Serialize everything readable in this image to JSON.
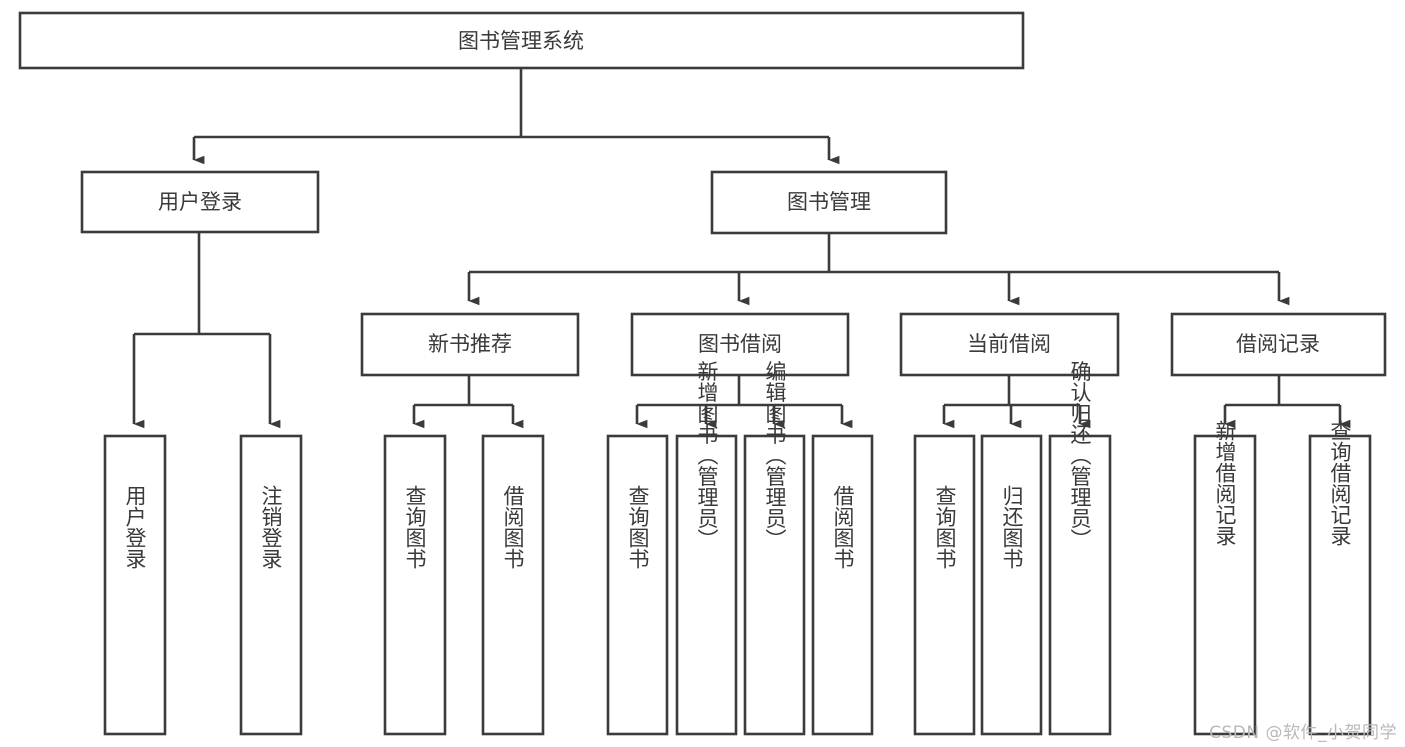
{
  "diagram": {
    "title": "图书管理系统",
    "type": "tree-hierarchy-functional-decomposition",
    "root": {
      "id": "root",
      "label": "图书管理系统"
    },
    "level2": [
      {
        "id": "user-login",
        "label": "用户登录"
      },
      {
        "id": "book-management",
        "label": "图书管理"
      }
    ],
    "level3": [
      {
        "id": "new-book-recommend",
        "label": "新书推荐",
        "parent": "book-management"
      },
      {
        "id": "book-borrow",
        "label": "图书借阅",
        "parent": "book-management"
      },
      {
        "id": "current-borrow",
        "label": "当前借阅",
        "parent": "book-management"
      },
      {
        "id": "borrow-record",
        "label": "借阅记录",
        "parent": "book-management"
      }
    ],
    "leaves": [
      {
        "id": "leaf-user-login",
        "label": "用户登录",
        "parent": "user-login"
      },
      {
        "id": "leaf-logout-login",
        "label": "注销登录",
        "parent": "user-login"
      },
      {
        "id": "leaf-query-book-1",
        "label": "查询图书",
        "parent": "new-book-recommend"
      },
      {
        "id": "leaf-borrow-book-1",
        "label": "借阅图书",
        "parent": "new-book-recommend"
      },
      {
        "id": "leaf-query-book-2",
        "label": "查询图书",
        "parent": "book-borrow"
      },
      {
        "id": "leaf-add-book",
        "label": "新增图书（管理员）",
        "parent": "book-borrow"
      },
      {
        "id": "leaf-edit-book",
        "label": "编辑图书（管理员）",
        "parent": "book-borrow"
      },
      {
        "id": "leaf-borrow-book-2",
        "label": "借阅图书",
        "parent": "book-borrow"
      },
      {
        "id": "leaf-query-book-3",
        "label": "查询图书",
        "parent": "current-borrow"
      },
      {
        "id": "leaf-return-book",
        "label": "归还图书",
        "parent": "current-borrow"
      },
      {
        "id": "leaf-confirm-return",
        "label": "确认归还（管理员）",
        "parent": "current-borrow"
      },
      {
        "id": "leaf-add-borrow-record",
        "label": "新增借阅记录",
        "parent": "borrow-record"
      },
      {
        "id": "leaf-query-borrow-record",
        "label": "查询借阅记录",
        "parent": "borrow-record"
      }
    ],
    "colors": {
      "background": "#ffffff",
      "box_fill": "#ffffff",
      "box_stroke": "#3b3b3b",
      "text": "#3a3a3a",
      "watermark": "#b9b9b9"
    }
  },
  "watermark": {
    "text": "CSDN @软件_小贺同学"
  }
}
